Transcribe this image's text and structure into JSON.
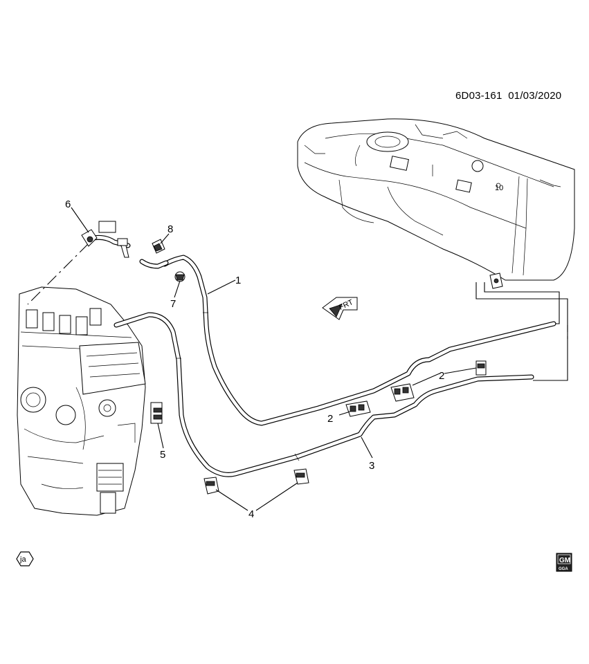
{
  "header": {
    "code": "6D03-161",
    "date": "01/03/2020"
  },
  "callouts": [
    {
      "id": "callout-1",
      "label": "1"
    },
    {
      "id": "callout-2a",
      "label": "2"
    },
    {
      "id": "callout-2b",
      "label": "2"
    },
    {
      "id": "callout-3",
      "label": "3"
    },
    {
      "id": "callout-4",
      "label": "4"
    },
    {
      "id": "callout-5",
      "label": "5"
    },
    {
      "id": "callout-6",
      "label": "6"
    },
    {
      "id": "callout-7",
      "label": "7"
    },
    {
      "id": "callout-8",
      "label": "8"
    }
  ],
  "direction_arrow": {
    "label": "FRT"
  },
  "language_badge": {
    "label": "ja"
  },
  "brand_logo": {
    "top": "GM",
    "bottom": "GGA"
  },
  "tank_label": "10"
}
